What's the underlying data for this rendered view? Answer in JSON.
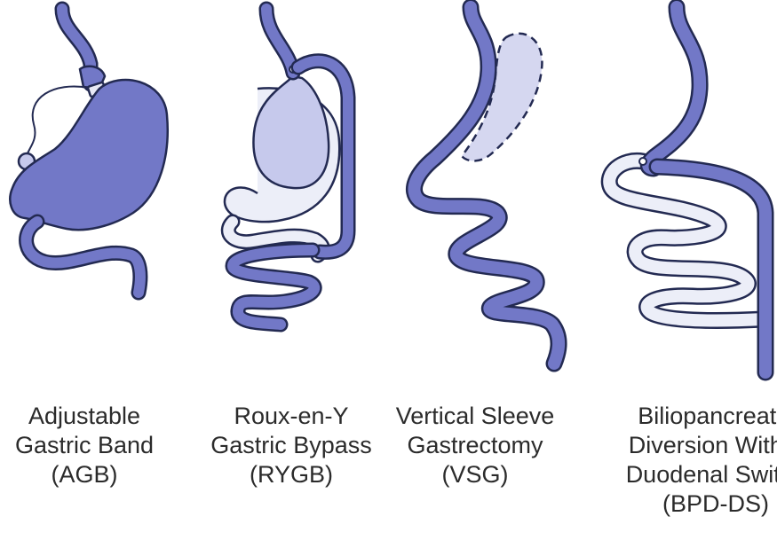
{
  "colors": {
    "organ_fill": "#7278c7",
    "organ_outline": "#232a52",
    "pouch_fill": "#c6c9ec",
    "bypassed_limb_fill": "#eceef8",
    "removed_stomach_fill": "#d5d7f0",
    "caption_text": "#2b2b2b"
  },
  "procedures": [
    {
      "lines": [
        "Adjustable",
        "Gastric Band",
        "(AGB)"
      ]
    },
    {
      "lines": [
        "Roux-en-Y",
        "Gastric Bypass",
        "(RYGB)"
      ]
    },
    {
      "lines": [
        "Vertical Sleeve",
        "Gastrectomy",
        "(VSG)"
      ]
    },
    {
      "lines": [
        "Biliopancreatic",
        "Diversion With a",
        "Duodenal Switch",
        "(BPD-DS)"
      ]
    }
  ]
}
